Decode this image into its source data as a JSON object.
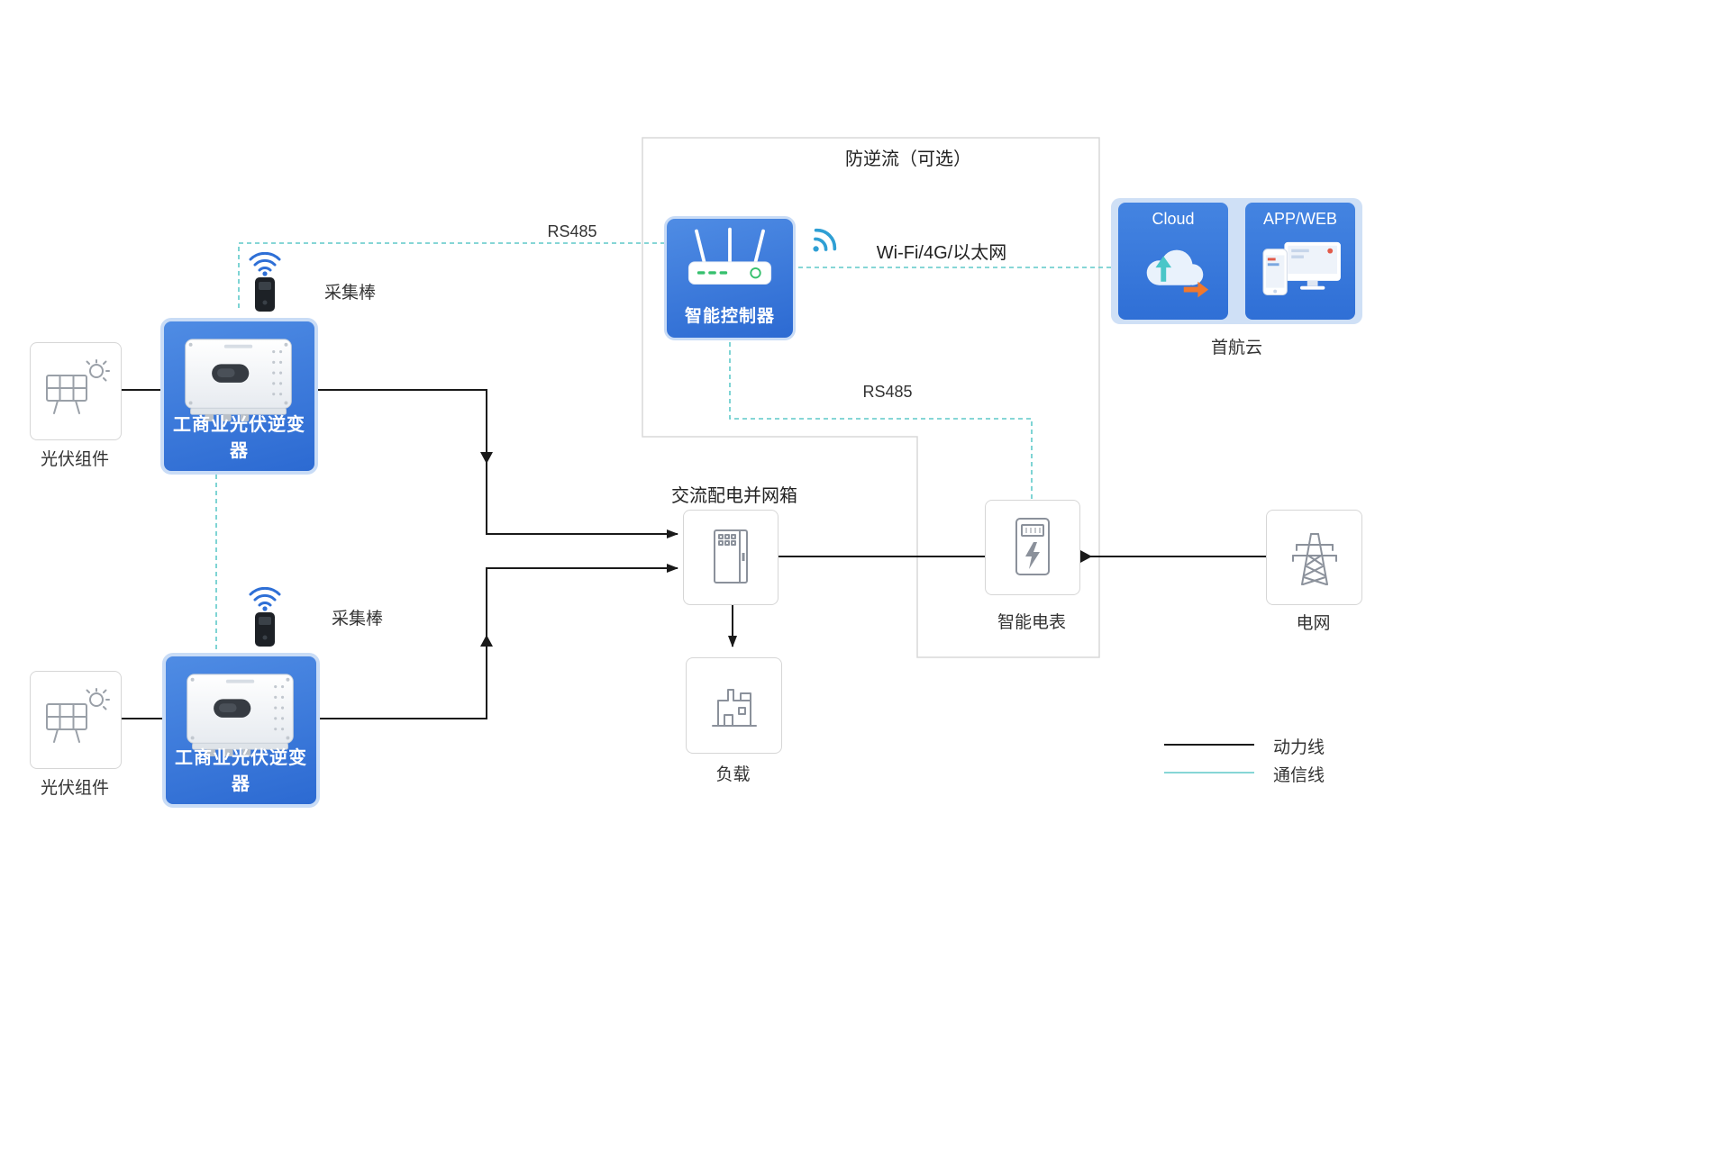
{
  "diagram": {
    "anti_backflow_label": "防逆流（可选）",
    "cloud_platform_label": "首航云",
    "legend": {
      "power_label": "动力线",
      "comm_label": "通信线"
    },
    "edges": {
      "rs485_top": "RS485",
      "rs485_meter": "RS485",
      "wan": "Wi-Fi/4G/以太网"
    },
    "nodes": {
      "pv1": "光伏组件",
      "pv2": "光伏组件",
      "inverter1": "工商业光伏逆变器",
      "inverter2": "工商业光伏逆变器",
      "stick1": "采集棒",
      "stick2": "采集棒",
      "controller": "智能控制器",
      "cloud": "Cloud",
      "appweb": "APP/WEB",
      "ac_box": "交流配电并网箱",
      "load": "负载",
      "meter": "智能电表",
      "grid": "电网"
    },
    "colors": {
      "brand_blue": "#2e6fd6",
      "panel_light_blue": "#cfe0f6",
      "comm_teal": "#5fc9c9",
      "power_black": "#1a1a1a",
      "accent_orange": "#f0782e",
      "led_green": "#37c06e",
      "outline_gray": "#d9d9d9"
    }
  }
}
